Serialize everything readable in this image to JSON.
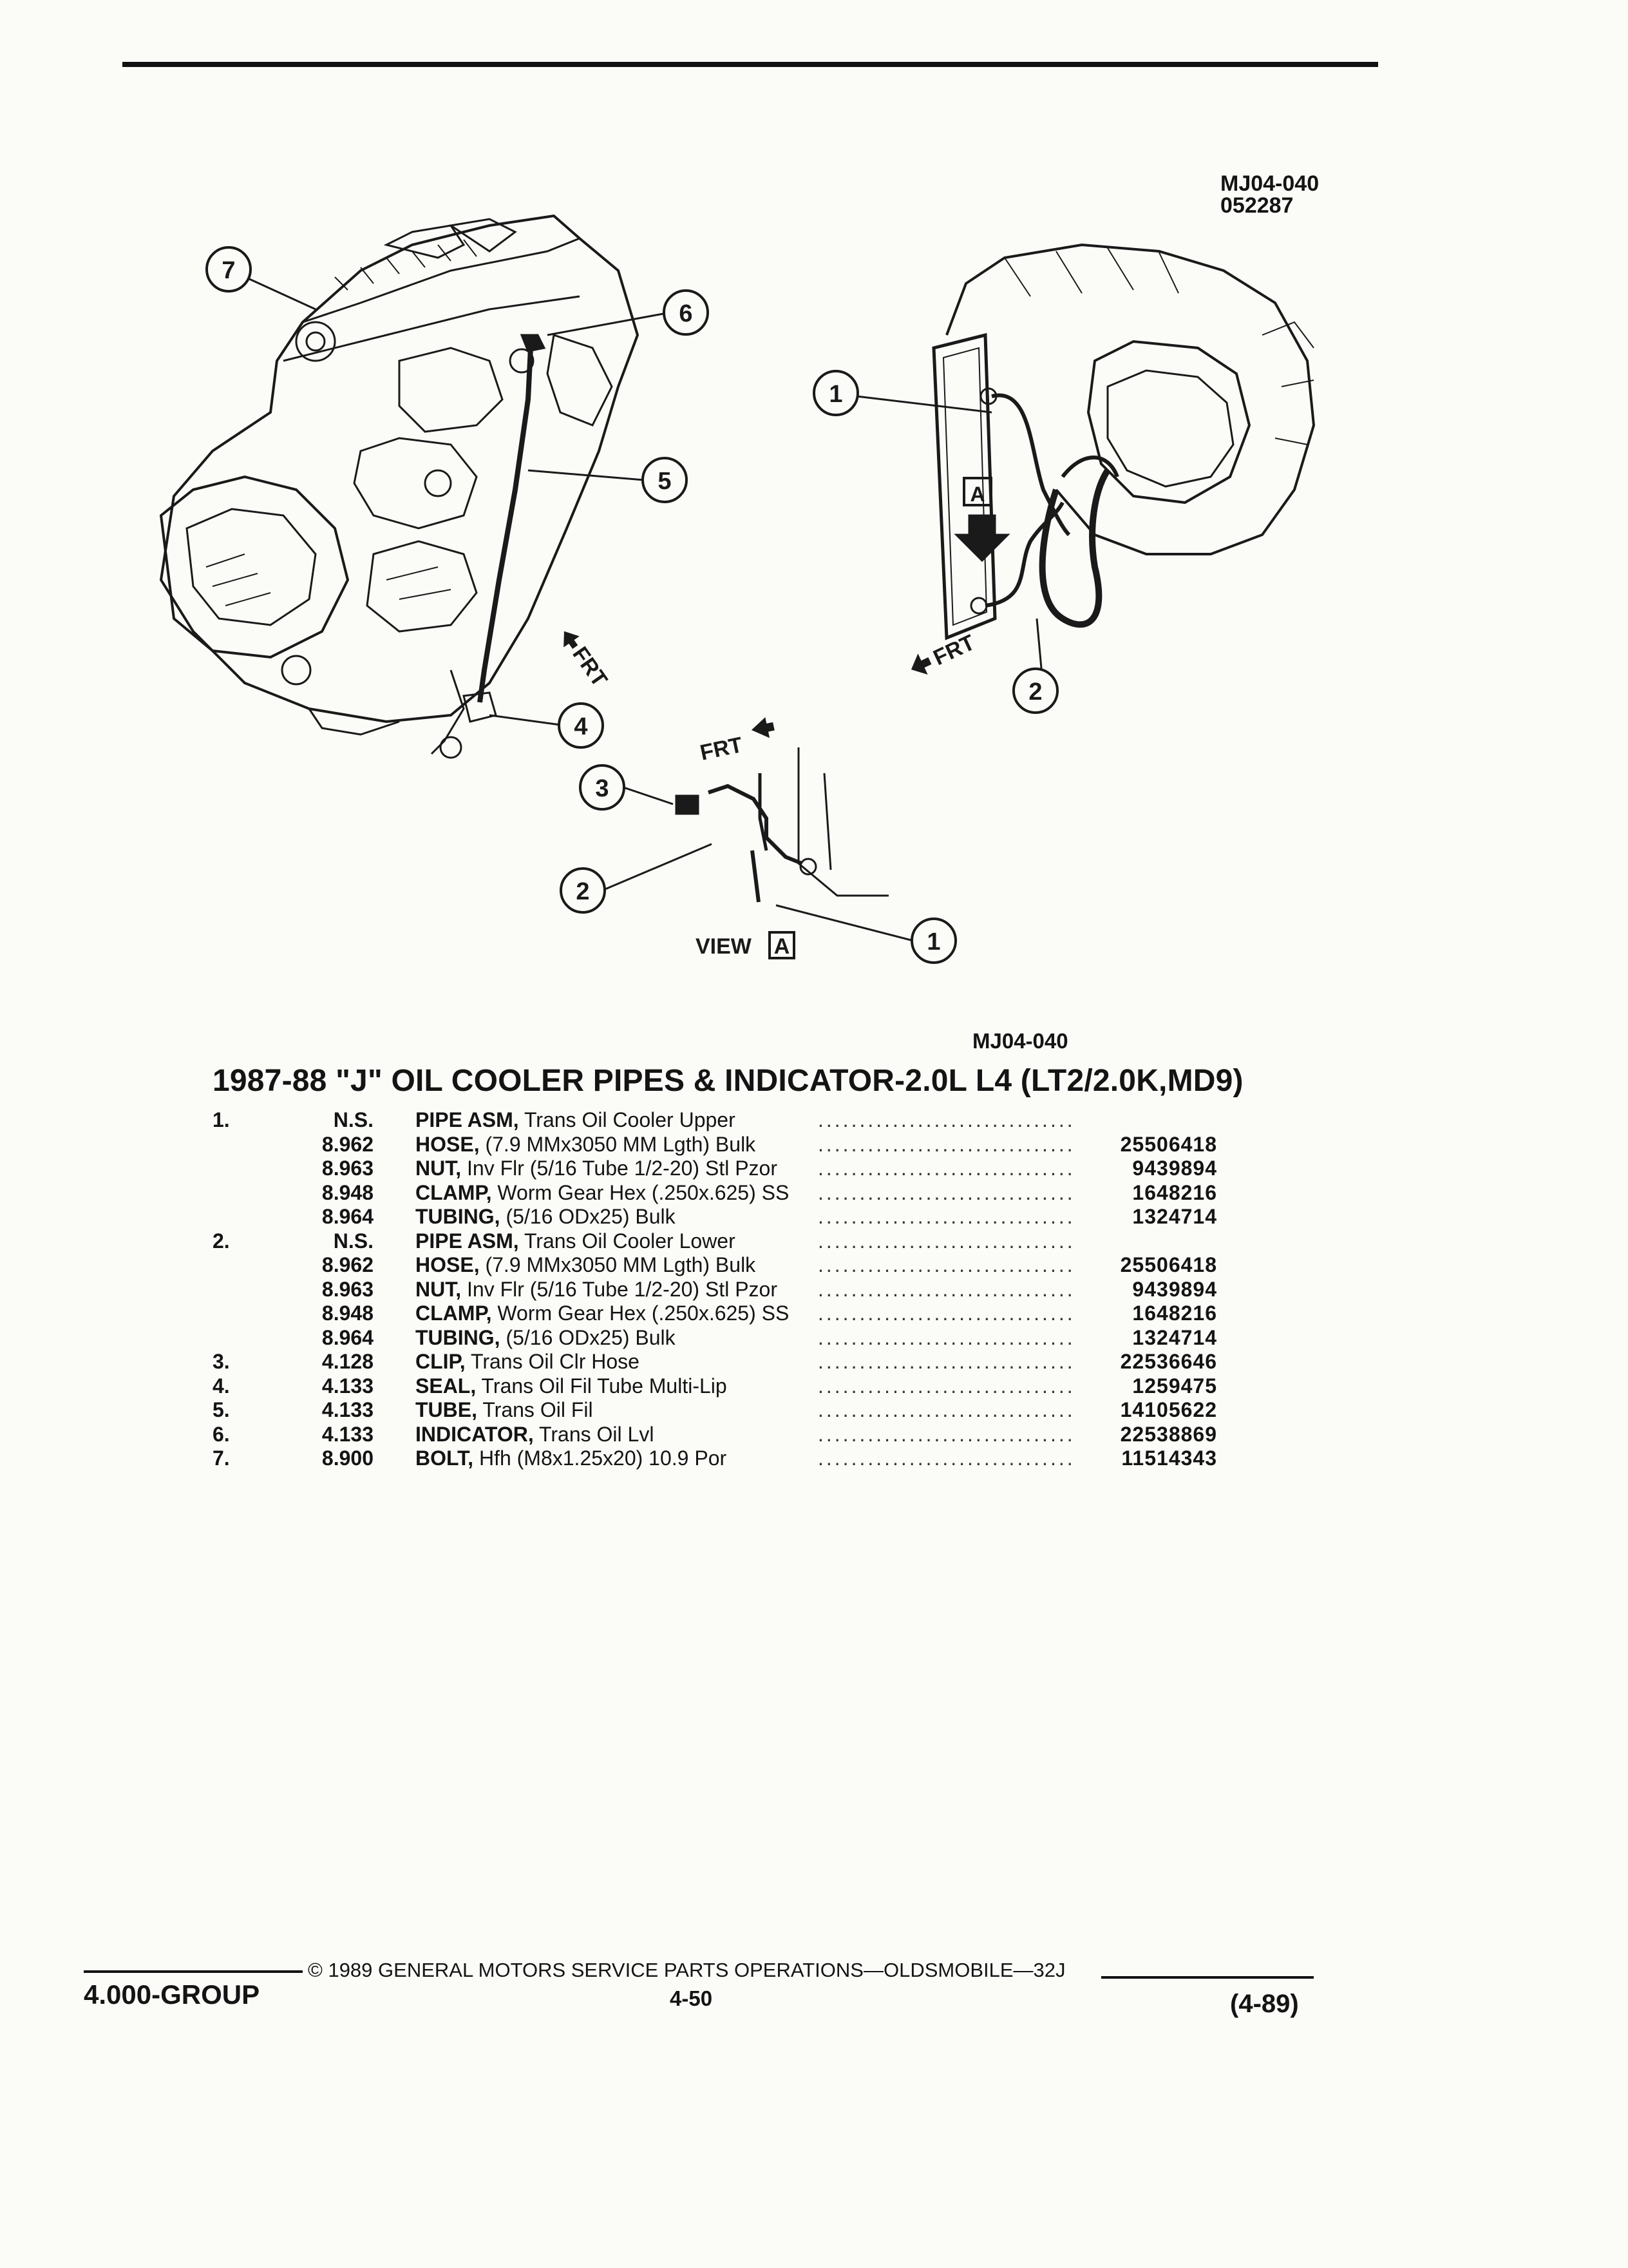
{
  "figure_id": "MJ04-040",
  "figure_date": "052287",
  "figure_id_bottom": "MJ04-040",
  "title": "1987-88 \"J\" OIL COOLER PIPES & INDICATOR-2.0L L4 (LT2/2.0K,MD9)",
  "diagram": {
    "callouts": [
      "7",
      "6",
      "5",
      "4",
      "3",
      "2",
      "1",
      "1",
      "2"
    ],
    "frt_label": "FRT",
    "view_label": "VIEW",
    "view_letter": "A",
    "box_letter": "A"
  },
  "parts": [
    {
      "num": "1.",
      "group": "N.S.",
      "name": "PIPE ASM,",
      "desc": " Trans Oil Cooler Upper",
      "part_no": ""
    },
    {
      "num": "",
      "group": "8.962",
      "name": "HOSE,",
      "desc": " (7.9 MMx3050 MM Lgth) Bulk",
      "part_no": "25506418"
    },
    {
      "num": "",
      "group": "8.963",
      "name": "NUT,",
      "desc": " Inv Flr (5/16 Tube 1/2-20) Stl Pzor",
      "part_no": "9439894"
    },
    {
      "num": "",
      "group": "8.948",
      "name": "CLAMP,",
      "desc": " Worm Gear Hex (.250x.625) SS",
      "part_no": "1648216"
    },
    {
      "num": "",
      "group": "8.964",
      "name": "TUBING,",
      "desc": " (5/16 ODx25) Bulk",
      "part_no": "1324714"
    },
    {
      "num": "2.",
      "group": "N.S.",
      "name": "PIPE ASM,",
      "desc": " Trans Oil Cooler Lower",
      "part_no": ""
    },
    {
      "num": "",
      "group": "8.962",
      "name": "HOSE,",
      "desc": " (7.9 MMx3050 MM Lgth) Bulk",
      "part_no": "25506418"
    },
    {
      "num": "",
      "group": "8.963",
      "name": "NUT,",
      "desc": " Inv Flr (5/16 Tube 1/2-20) Stl Pzor",
      "part_no": "9439894"
    },
    {
      "num": "",
      "group": "8.948",
      "name": "CLAMP,",
      "desc": " Worm Gear Hex (.250x.625) SS",
      "part_no": "1648216"
    },
    {
      "num": "",
      "group": "8.964",
      "name": "TUBING,",
      "desc": " (5/16 ODx25) Bulk",
      "part_no": "1324714"
    },
    {
      "num": "3.",
      "group": "4.128",
      "name": "CLIP,",
      "desc": " Trans Oil Clr Hose",
      "part_no": "22536646"
    },
    {
      "num": "4.",
      "group": "4.133",
      "name": "SEAL,",
      "desc": " Trans Oil Fil Tube Multi-Lip",
      "part_no": "1259475"
    },
    {
      "num": "5.",
      "group": "4.133",
      "name": "TUBE,",
      "desc": " Trans Oil Fil",
      "part_no": "14105622"
    },
    {
      "num": "6.",
      "group": "4.133",
      "name": "INDICATOR,",
      "desc": " Trans Oil Lvl",
      "part_no": "22538869"
    },
    {
      "num": "7.",
      "group": "8.900",
      "name": "BOLT,",
      "desc": " Hfh (M8x1.25x20) 10.9 Por",
      "part_no": "11514343"
    }
  ],
  "footer": {
    "group": "4.000-GROUP",
    "copyright": "© 1989 GENERAL MOTORS SERVICE PARTS OPERATIONS—OLDSMOBILE—32J",
    "page": "4-50",
    "date": "(4-89)"
  }
}
